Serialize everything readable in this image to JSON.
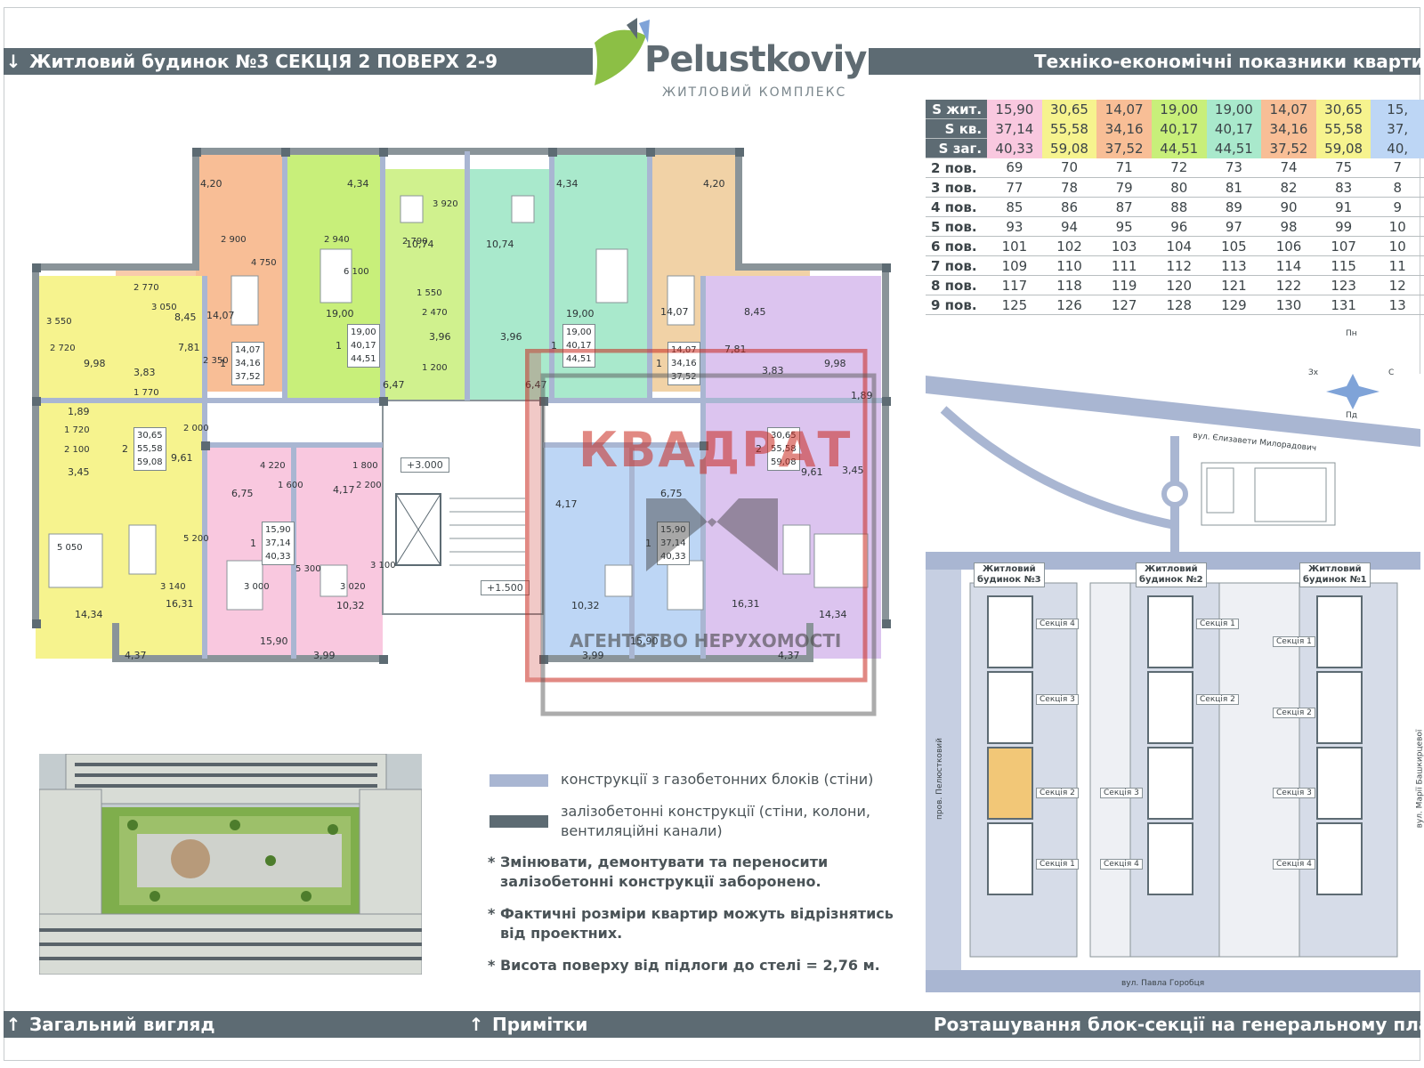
{
  "headers": {
    "plan_title": "Житловий будинок №3  СЕКЦІЯ 2  ПОВЕРХ 2-9",
    "table_title": "Техніко-економічні показники квартир",
    "general_view": "Загальний вигляд",
    "notes": "Примітки",
    "site_plan": "Розташування блок-секції на генеральному плані"
  },
  "logo": {
    "name": "Pelustkoviy",
    "subtitle": "ЖИТЛОВИЙ КОМПЛЕКС"
  },
  "table": {
    "row_labels": [
      "S жит.",
      "S кв.",
      "S заг."
    ],
    "col_colors": [
      "#f9c8df",
      "#f6f38e",
      "#f8be96",
      "#c8ef7a",
      "#a9e9cc",
      "#f8be96",
      "#f6f38e",
      "#bdd6f5"
    ],
    "s_zhyt": [
      "15,90",
      "30,65",
      "14,07",
      "19,00",
      "19,00",
      "14,07",
      "30,65",
      "15,"
    ],
    "s_kv": [
      "37,14",
      "55,58",
      "34,16",
      "40,17",
      "40,17",
      "34,16",
      "55,58",
      "37,"
    ],
    "s_zag": [
      "40,33",
      "59,08",
      "37,52",
      "44,51",
      "44,51",
      "37,52",
      "59,08",
      "40,"
    ],
    "floors": [
      {
        "label": "2 пов.",
        "nums": [
          "69",
          "70",
          "71",
          "72",
          "73",
          "74",
          "75",
          "7"
        ]
      },
      {
        "label": "3 пов.",
        "nums": [
          "77",
          "78",
          "79",
          "80",
          "81",
          "82",
          "83",
          "8"
        ]
      },
      {
        "label": "4 пов.",
        "nums": [
          "85",
          "86",
          "87",
          "88",
          "89",
          "90",
          "91",
          "9"
        ]
      },
      {
        "label": "5 пов.",
        "nums": [
          "93",
          "94",
          "95",
          "96",
          "97",
          "98",
          "99",
          "10"
        ]
      },
      {
        "label": "6 пов.",
        "nums": [
          "101",
          "102",
          "103",
          "104",
          "105",
          "106",
          "107",
          "10"
        ]
      },
      {
        "label": "7 пов.",
        "nums": [
          "109",
          "110",
          "111",
          "112",
          "113",
          "114",
          "115",
          "11"
        ]
      },
      {
        "label": "8 пов.",
        "nums": [
          "117",
          "118",
          "119",
          "120",
          "121",
          "122",
          "123",
          "12"
        ]
      },
      {
        "label": "9 пов.",
        "nums": [
          "125",
          "126",
          "127",
          "128",
          "129",
          "130",
          "131",
          "13"
        ]
      }
    ]
  },
  "plan": {
    "room_areas": [
      "4,20",
      "4,34",
      "4,34",
      "4,20",
      "10,74",
      "10,74",
      "14,07",
      "14,07",
      "19,00",
      "19,00",
      "8,45",
      "8,45",
      "7,81",
      "7,81",
      "9,98",
      "9,98",
      "3,83",
      "3,83",
      "3,96",
      "3,96",
      "6,47",
      "6,47",
      "1,89",
      "1,89",
      "9,61",
      "9,61",
      "3,45",
      "3,45",
      "6,75",
      "6,75",
      "4,17",
      "4,17",
      "14,34",
      "14,34",
      "16,31",
      "16,31",
      "10,32",
      "10,32",
      "15,90",
      "15,90",
      "4,37",
      "4,37",
      "3,99",
      "3,99"
    ],
    "dims": [
      "2 770",
      "3 050",
      "3 550",
      "2 720",
      "2 900",
      "4 750",
      "2 940",
      "6 100",
      "2 790",
      "3 920",
      "1 550",
      "2 470",
      "1 200",
      "1 770",
      "2 350",
      "1 720",
      "2 100",
      "2 000",
      "5 050",
      "5 200",
      "3 140",
      "4 220",
      "1 800",
      "1 600",
      "2 200",
      "3 000",
      "5 300",
      "3 020",
      "3 100"
    ],
    "stamps": [
      {
        "rooms": "1",
        "s": [
          "19,00",
          "40,17",
          "44,51"
        ]
      },
      {
        "rooms": "1",
        "s": [
          "19,00",
          "40,17",
          "44,51"
        ]
      },
      {
        "rooms": "1",
        "s": [
          "14,07",
          "34,16",
          "37,52"
        ]
      },
      {
        "rooms": "1",
        "s": [
          "14,07",
          "34,16",
          "37,52"
        ]
      },
      {
        "rooms": "2",
        "s": [
          "30,65",
          "55,58",
          "59,08"
        ]
      },
      {
        "rooms": "2",
        "s": [
          "30,65",
          "55,58",
          "59,08"
        ]
      },
      {
        "rooms": "1",
        "s": [
          "15,90",
          "37,14",
          "40,33"
        ]
      },
      {
        "rooms": "1",
        "s": [
          "15,90",
          "37,14",
          "40,33"
        ]
      }
    ],
    "levels": [
      "+3.000",
      "+1.500"
    ]
  },
  "legend": {
    "items": [
      {
        "color": "#a9b6d2",
        "text": "конструкції з газобетонних блоків (стіни)"
      },
      {
        "color": "#5d6b73",
        "text": "залізобетонні конструкції (стіни, колони,",
        "text2": "вентиляційні канали)"
      }
    ],
    "notes": [
      "* Змінювати, демонтувати та переносити",
      "залізобетонні конструкції заборонено.",
      "* Фактичні розміри квартир можуть відрізнятись",
      "від проектних.",
      "* Висота поверху від підлоги до стелі = 2,76 м."
    ]
  },
  "site_map": {
    "streets": [
      "вул. Єлизавети Милорадович",
      "вул. Павла Горобця",
      "пров. Пелюстковий",
      "вул. Марії Башкирцевої"
    ],
    "compass": [
      "Пн",
      "Пд",
      "Зх",
      "С"
    ],
    "buildings": [
      {
        "label1": "Житловий",
        "label2": "будинок №3"
      },
      {
        "label1": "Житловий",
        "label2": "будинок №2"
      },
      {
        "label1": "Житловий",
        "label2": "будинок №1"
      }
    ],
    "sections": [
      "Секція 4",
      "Секція 3",
      "Секція 2",
      "Секція 1",
      "Секція 1",
      "Секція 2",
      "Секція 3",
      "Секція 4",
      "Секція 1",
      "Секція 2",
      "Секція 3",
      "Секція 4"
    ],
    "highlight_color": "#f2c777"
  },
  "watermark": {
    "brand": "КВАДРАТ",
    "tagline": "АГЕНТСТВО НЕРУХОМОСТІ"
  }
}
